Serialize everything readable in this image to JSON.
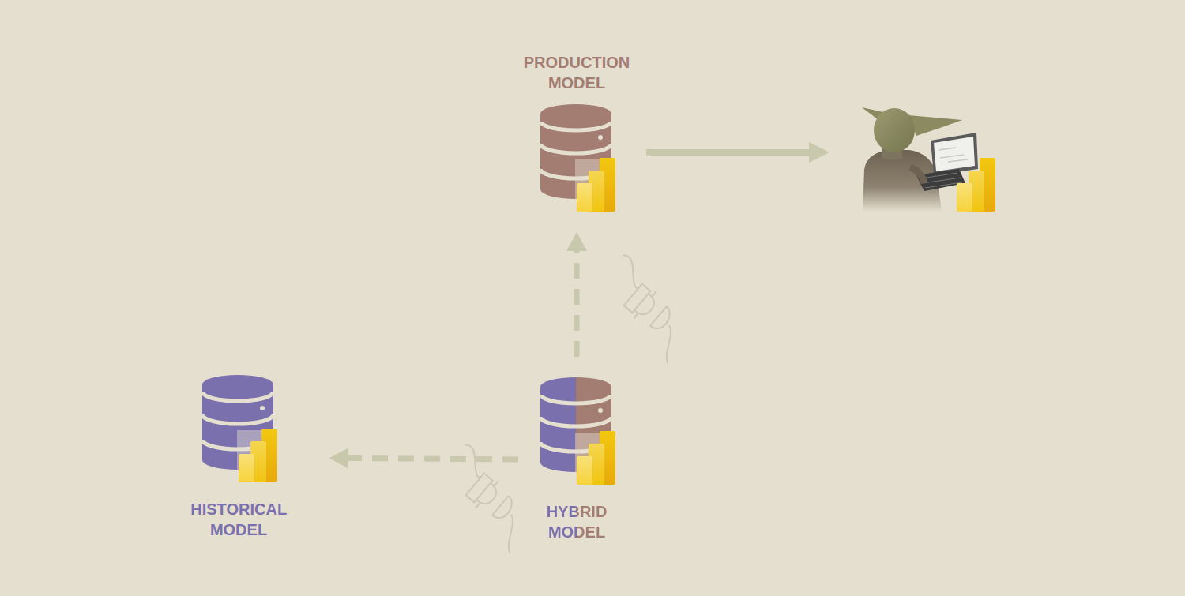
{
  "diagram": {
    "nodes": [
      {
        "text": [
          "PRODUCTION MODEL"
        ]
      },
      {
        "text": [
          "HISTORICAL MODEL"
        ]
      },
      {
        "text": [
          "HYBRID MODEL"
        ]
      }
    ],
    "edges": [
      {
        "from": 2,
        "to": 0,
        "arrow": "to"
      },
      {
        "from": 2,
        "to": 1,
        "arrow": "to"
      }
    ]
  }
}
